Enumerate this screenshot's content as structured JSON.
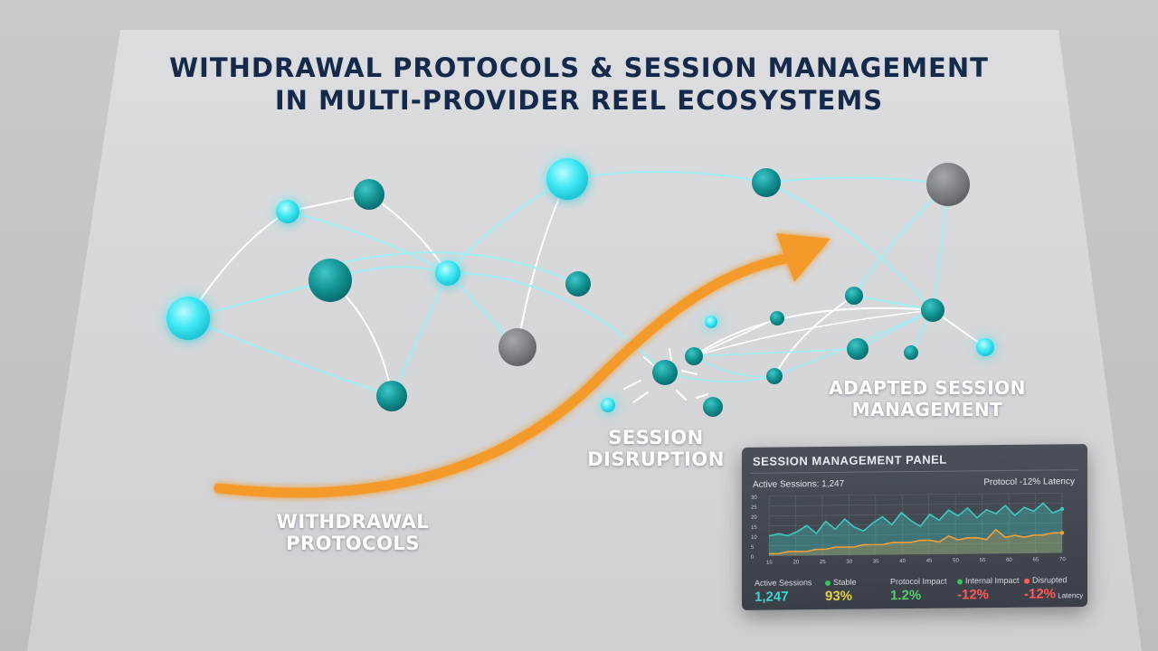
{
  "title": {
    "line1": "WITHDRAWAL PROTOCOLS & SESSION MANAGEMENT",
    "line2": "IN MULTI-PROVIDER REEL ECOSYSTEMS"
  },
  "labels": {
    "withdrawal_line1": "WITHDRAWAL",
    "withdrawal_line2": "PROTOCOLS",
    "disruption_line1": "SESSION",
    "disruption_line2": "DISRUPTION",
    "adapted_line1": "ADAPTED SESSION",
    "adapted_line2": "MANAGEMENT"
  },
  "colors": {
    "title": "#15294a",
    "node_cyan": "#2ee6f2",
    "node_teal": "#12969a",
    "node_gray": "#7a7d82",
    "arrow": "#f39a2a",
    "panel_bg": "#434851",
    "panel_teal": "#3ec9c0",
    "panel_orange": "#f0a13c"
  },
  "panel": {
    "title": "SESSION MANAGEMENT PANEL",
    "active_sessions": "Active Sessions: 1,247",
    "protocol_latency": "Protocol -12% Latency",
    "stats": [
      {
        "label": "Active Sessions",
        "value": "1,247",
        "color": "#3ed6cf",
        "dot": ""
      },
      {
        "label": "Stable",
        "value": "93%",
        "color": "#e6d33a",
        "dot": "#34c759"
      },
      {
        "label": "Protocol Impact",
        "value": "1.2%",
        "color": "#4fd16c",
        "dot": ""
      },
      {
        "label": "Internal Impact",
        "value": "-12%",
        "color": "#ff5a5a",
        "dot": "#34c759"
      },
      {
        "label": "Disrupted",
        "value": "-12%",
        "value_suffix": "Latency",
        "color": "#ff5a5a",
        "dot": "#ff5a5a"
      }
    ]
  },
  "chart_data": {
    "type": "area",
    "title": "",
    "xlabel": "",
    "ylabel": "",
    "grid": true,
    "ylim": [
      0,
      30
    ],
    "y_ticks": [
      "30",
      "25",
      "20",
      "15",
      "10",
      "5",
      "0"
    ],
    "x_ticks": [
      "15",
      "20",
      "25",
      "30",
      "35",
      "40",
      "45",
      "50",
      "55",
      "60",
      "65",
      "70"
    ],
    "series": [
      {
        "name": "",
        "color": "#3ec9c0",
        "values": [
          10,
          11,
          10,
          12,
          15,
          11,
          17,
          13,
          18,
          14,
          12,
          16,
          19,
          15,
          21,
          17,
          14,
          20,
          17,
          22,
          19,
          23,
          18,
          22,
          20,
          24,
          19,
          23,
          21,
          25,
          20,
          22
        ]
      },
      {
        "name": "",
        "color": "#f0a13c",
        "values": [
          1,
          1,
          2,
          2,
          2,
          3,
          3,
          4,
          4,
          4,
          5,
          5,
          5,
          6,
          6,
          6,
          7,
          7,
          6,
          9,
          7,
          8,
          8,
          7,
          12,
          8,
          9,
          8,
          9,
          9,
          10,
          10
        ]
      }
    ]
  }
}
